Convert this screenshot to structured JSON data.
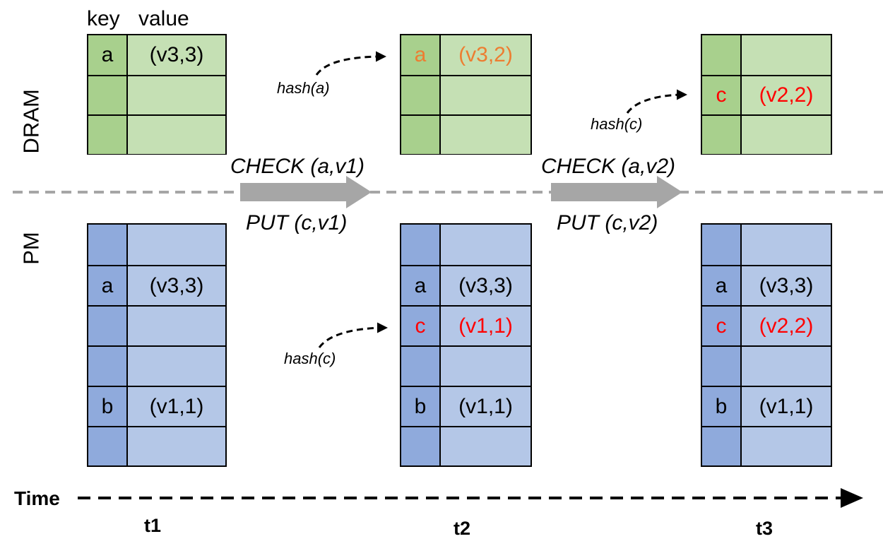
{
  "header": {
    "key_label": "key",
    "value_label": "value"
  },
  "layers": {
    "top": "DRAM",
    "bottom": "PM"
  },
  "transitions": [
    {
      "check": "CHECK (a,v1)",
      "put": "PUT (c,v1)"
    },
    {
      "check": "CHECK (a,v2)",
      "put": "PUT (c,v2)"
    }
  ],
  "hash_labels": {
    "t2_dram": "hash(a)",
    "t2_pm": "hash(c)",
    "t3_dram": "hash(c)"
  },
  "timeline": {
    "label": "Time",
    "ticks": [
      "t1",
      "t2",
      "t3"
    ]
  },
  "colors": {
    "dram_key": "#a8d08d",
    "dram_value": "#c5e0b4",
    "pm_key": "#8faadc",
    "pm_value": "#b4c7e7",
    "highlight_orange": "#ed7d31",
    "highlight_red": "#ff0000",
    "arrow_gray": "#a6a6a6",
    "dashed_separator": "#a6a6a6"
  },
  "dram_tables": [
    {
      "time": "t1",
      "rows": [
        {
          "key": "a",
          "value": "(v3,3)",
          "color": "black"
        },
        {
          "key": "",
          "value": "",
          "color": "black"
        },
        {
          "key": "",
          "value": "",
          "color": "black"
        }
      ]
    },
    {
      "time": "t2",
      "rows": [
        {
          "key": "a",
          "value": "(v3,2)",
          "color": "orange"
        },
        {
          "key": "",
          "value": "",
          "color": "black"
        },
        {
          "key": "",
          "value": "",
          "color": "black"
        }
      ]
    },
    {
      "time": "t3",
      "rows": [
        {
          "key": "",
          "value": "",
          "color": "black"
        },
        {
          "key": "c",
          "value": "(v2,2)",
          "color": "red"
        },
        {
          "key": "",
          "value": "",
          "color": "black"
        }
      ]
    }
  ],
  "pm_tables": [
    {
      "time": "t1",
      "rows": [
        {
          "key": "",
          "value": "",
          "color": "black"
        },
        {
          "key": "a",
          "value": "(v3,3)",
          "color": "black"
        },
        {
          "key": "",
          "value": "",
          "color": "black"
        },
        {
          "key": "",
          "value": "",
          "color": "black"
        },
        {
          "key": "b",
          "value": "(v1,1)",
          "color": "black"
        },
        {
          "key": "",
          "value": "",
          "color": "black"
        }
      ]
    },
    {
      "time": "t2",
      "rows": [
        {
          "key": "",
          "value": "",
          "color": "black"
        },
        {
          "key": "a",
          "value": "(v3,3)",
          "color": "black"
        },
        {
          "key": "c",
          "value": "(v1,1)",
          "color": "red"
        },
        {
          "key": "",
          "value": "",
          "color": "black"
        },
        {
          "key": "b",
          "value": "(v1,1)",
          "color": "black"
        },
        {
          "key": "",
          "value": "",
          "color": "black"
        }
      ]
    },
    {
      "time": "t3",
      "rows": [
        {
          "key": "",
          "value": "",
          "color": "black"
        },
        {
          "key": "a",
          "value": "(v3,3)",
          "color": "black"
        },
        {
          "key": "c",
          "value": "(v2,2)",
          "color": "red"
        },
        {
          "key": "",
          "value": "",
          "color": "black"
        },
        {
          "key": "b",
          "value": "(v1,1)",
          "color": "black"
        },
        {
          "key": "",
          "value": "",
          "color": "black"
        }
      ]
    }
  ]
}
